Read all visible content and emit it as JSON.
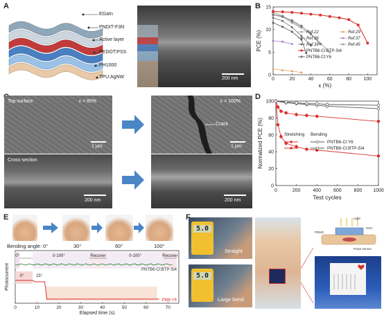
{
  "panels": {
    "a": "A",
    "b": "B",
    "c": "C",
    "d": "D",
    "e": "E",
    "f": "F"
  },
  "panel_a": {
    "layers": [
      "EGaIn",
      "PNDIT-F3N",
      "Active layer",
      "PEDOT:PSS",
      "PH1000",
      "TPU:AgNW"
    ],
    "scale": "200 nm",
    "colors": [
      "#8fa7b8",
      "#cdd6df",
      "#c23b3b",
      "#4a7fc1",
      "#9bc2e6",
      "#e8c9a8"
    ]
  },
  "panel_c": {
    "top_label": "Top-surface",
    "cross_label": "Cross-section",
    "eps_left": "ε = 80%",
    "eps_right": "ε = 100%",
    "crack": "Crack",
    "scale_1um": "1 μm",
    "scale_200nm": "200 nm"
  },
  "panel_e": {
    "bending_prefix": "Bending angle:",
    "angles": [
      "0°",
      "30°",
      "60°",
      "100°"
    ],
    "top_annotations": [
      "0°",
      "0-100°",
      "Recover",
      "0-100°",
      "Recover"
    ],
    "bottom_annotations": [
      "0°",
      "15°"
    ],
    "series_top": "PNTB6-Cl:BTP-Si4",
    "series_bottom": "PM6:Y6",
    "ylabel": "Photocurrent",
    "xlabel": "Elapsed time (s)",
    "xticks": [
      "0",
      "10",
      "20",
      "30",
      "40",
      "50",
      "60",
      "70"
    ]
  },
  "panel_f": {
    "straight": "Straight",
    "large_bend": "Large bend",
    "meter1": "5.0",
    "meter2": "5.0",
    "diagram_labels": [
      "Light",
      "OSC",
      "PDMS",
      "Pulse sensor"
    ]
  },
  "chart_data": [
    {
      "type": "line",
      "panel": "B",
      "xlabel": "ε (%)",
      "ylabel": "PCE (%)",
      "xlim": [
        0,
        110
      ],
      "ylim": [
        0,
        15
      ],
      "xticks": [
        0,
        20,
        40,
        60,
        80,
        100
      ],
      "yticks": [
        0,
        5,
        10,
        15
      ],
      "legend": "bottom-left",
      "series": [
        {
          "name": "Ref.22",
          "color": "#9a9a9a",
          "x": [
            0,
            10,
            20,
            40,
            60
          ],
          "y": [
            13.2,
            12.8,
            11.5,
            9.0,
            5.0
          ]
        },
        {
          "name": "Ref.36",
          "color": "#6f6f6f",
          "x": [
            0,
            10,
            20,
            30,
            40
          ],
          "y": [
            12.6,
            11.9,
            10.5,
            8.6,
            6.5
          ]
        },
        {
          "name": "Ref.39",
          "color": "#555555",
          "x": [
            0,
            10,
            20,
            30,
            35
          ],
          "y": [
            11.5,
            10.6,
            9.5,
            7.8,
            4.8
          ]
        },
        {
          "name": "Ref.29",
          "color": "#e0a060",
          "x": [
            0,
            10,
            20,
            30
          ],
          "y": [
            1.3,
            1.0,
            0.8,
            0.5
          ]
        },
        {
          "name": "Ref.37",
          "color": "#a97ec9",
          "x": [
            0,
            10,
            20
          ],
          "y": [
            7.5,
            7.3,
            6.8
          ]
        },
        {
          "name": "Ref.45",
          "color": "#8a8a8a",
          "x": [
            0,
            10,
            20,
            30
          ],
          "y": [
            13.8,
            13.0,
            11.8,
            10.5
          ]
        },
        {
          "name": "PNTB6-Cl:BTP-Si4",
          "color": "#d9312e",
          "x": [
            0,
            10,
            20,
            30,
            40,
            50,
            60,
            70,
            80,
            90,
            100
          ],
          "y": [
            14.0,
            13.9,
            13.8,
            13.6,
            13.4,
            13.2,
            12.9,
            12.6,
            12.2,
            11.0,
            7.0
          ]
        },
        {
          "name": "PNTB6-Cl:Y6",
          "color": "#777777",
          "x": [
            0,
            10,
            20,
            30,
            40,
            50
          ],
          "y": [
            13.3,
            12.9,
            12.0,
            10.8,
            9.0,
            6.8
          ]
        }
      ]
    },
    {
      "type": "line",
      "panel": "D",
      "xlabel": "Test cycles",
      "ylabel": "Normalized PCE (%)",
      "xlim": [
        0,
        1000
      ],
      "ylim": [
        0,
        100
      ],
      "xticks": [
        0,
        200,
        400,
        600,
        800,
        1000
      ],
      "yticks": [
        0,
        20,
        40,
        60,
        80,
        100
      ],
      "legend_headers": [
        "Stretching",
        "Bending"
      ],
      "legend": "center",
      "series": [
        {
          "name": "PNTB6-Cl:Y6",
          "mode": "Stretching",
          "color": "#d9312e",
          "filled": true,
          "x": [
            0,
            20,
            50,
            100,
            200,
            300,
            400,
            1000
          ],
          "y": [
            100,
            72,
            58,
            50,
            46,
            43,
            42,
            35
          ]
        },
        {
          "name": "PNTB6-Cl:BTP-Si4",
          "mode": "Stretching",
          "color": "#d9312e",
          "filled": true,
          "x": [
            0,
            20,
            50,
            100,
            200,
            300,
            400,
            1000
          ],
          "y": [
            100,
            93,
            88,
            86,
            84,
            83,
            82,
            76
          ]
        },
        {
          "name": "PNTB6-Cl:Y6",
          "mode": "Bending",
          "color": "#555555",
          "filled": false,
          "x": [
            0,
            100,
            200,
            300,
            400,
            500,
            1000
          ],
          "y": [
            100,
            98,
            97,
            96,
            95,
            94,
            91
          ]
        },
        {
          "name": "PNTB6-Cl:BTP-Si4",
          "mode": "Bending",
          "color": "#555555",
          "filled": false,
          "x": [
            0,
            100,
            200,
            300,
            400,
            500,
            1000
          ],
          "y": [
            100,
            99,
            98,
            97,
            97,
            96,
            95
          ]
        }
      ]
    }
  ]
}
